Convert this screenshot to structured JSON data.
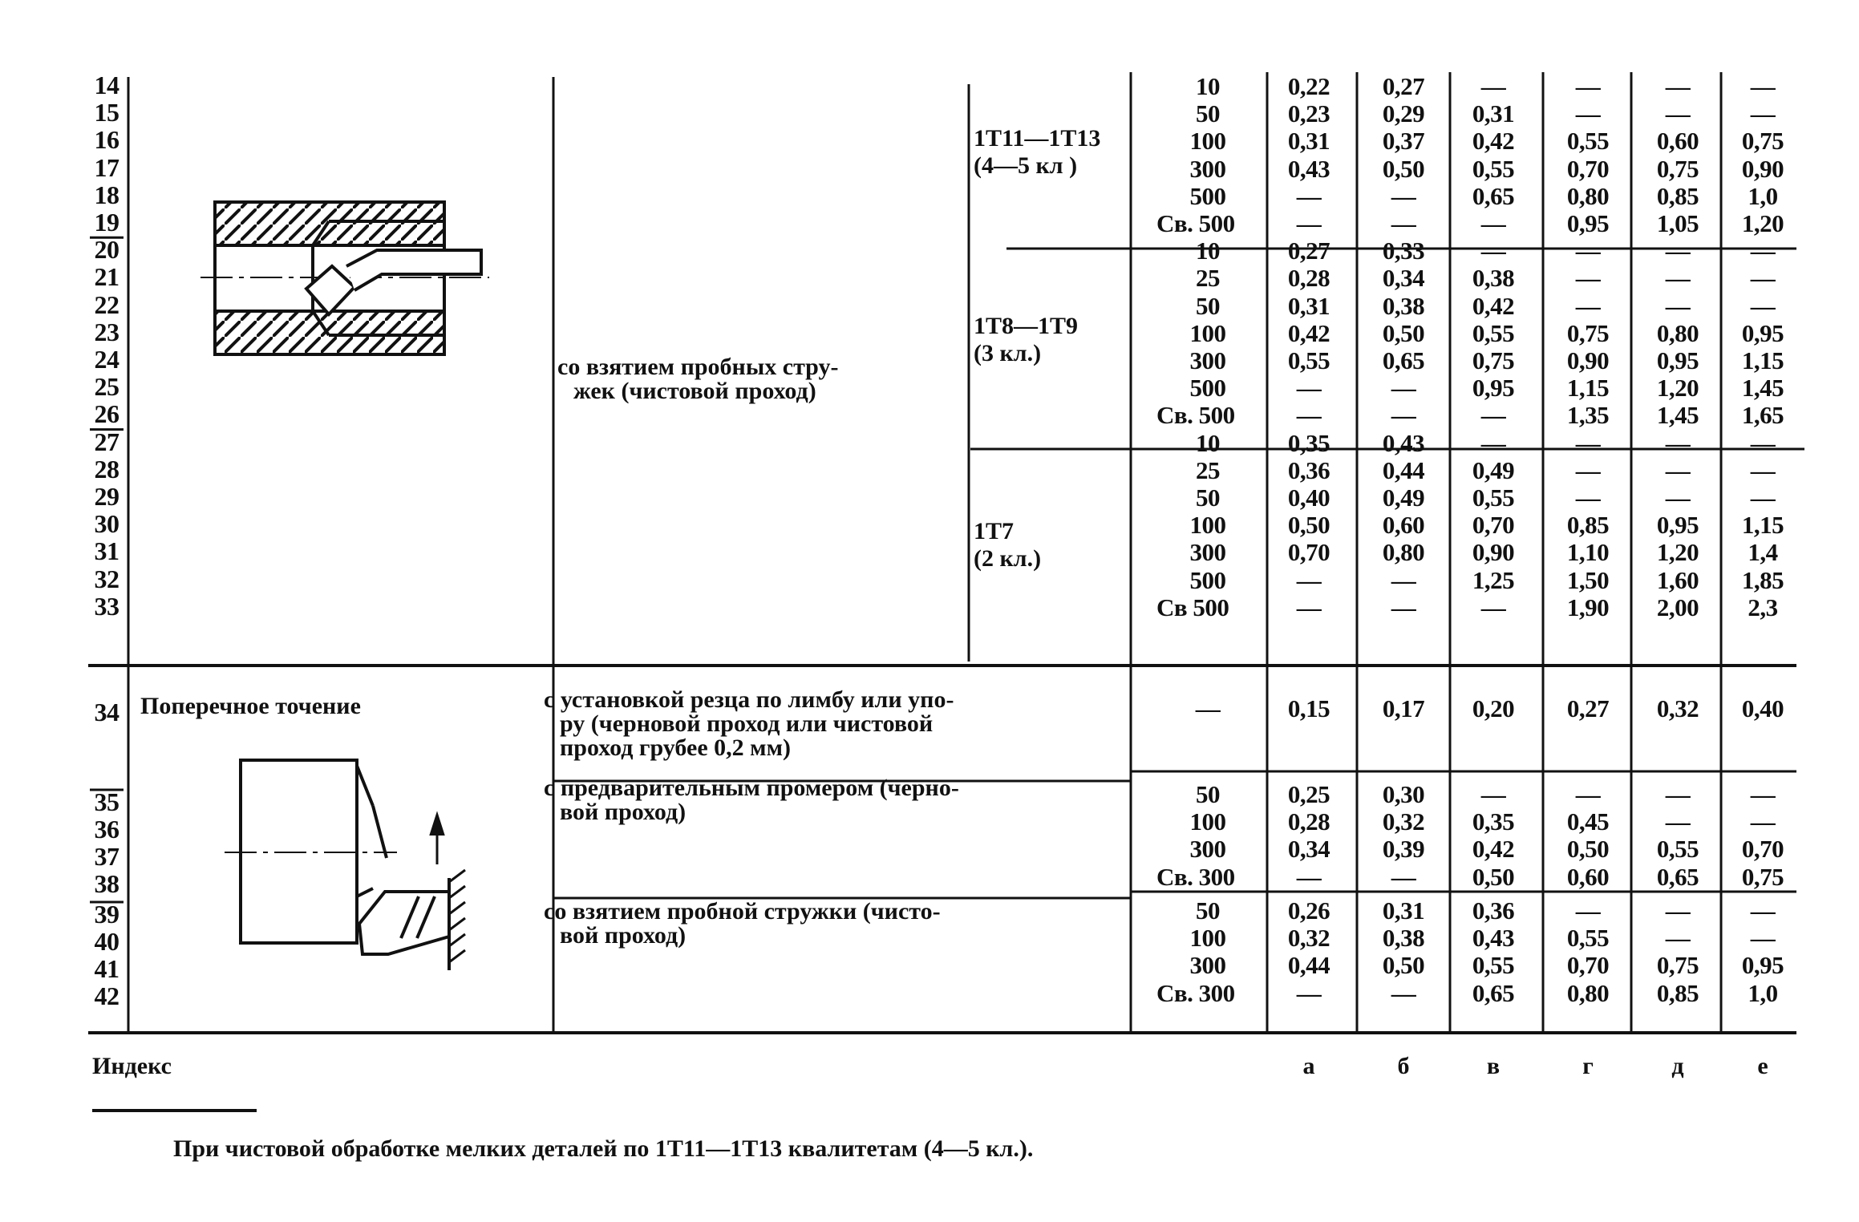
{
  "upper_section": {
    "row_numbers": [
      "14",
      "15",
      "16",
      "17",
      "18",
      "19",
      "20",
      "21",
      "22",
      "23",
      "24",
      "25",
      "26",
      "27",
      "28",
      "29",
      "30",
      "31",
      "32",
      "33"
    ],
    "method_lines": [
      "со взятием пробных стру-",
      "жек (чистовой проход)"
    ],
    "groups": [
      {
        "grade_lines": [
          "1Т11—1Т13",
          "(4—5 кл )"
        ],
        "rows": [
          [
            "10",
            "0,22",
            "0,27",
            "—",
            "—",
            "—",
            "—"
          ],
          [
            "50",
            "0,23",
            "0,29",
            "0,31",
            "—",
            "—",
            "—"
          ],
          [
            "100",
            "0,31",
            "0,37",
            "0,42",
            "0,55",
            "0,60",
            "0,75"
          ],
          [
            "300",
            "0,43",
            "0,50",
            "0,55",
            "0,70",
            "0,75",
            "0,90"
          ],
          [
            "500",
            "—",
            "—",
            "0,65",
            "0,80",
            "0,85",
            "1,0"
          ],
          [
            "Св. 500",
            "—",
            "—",
            "—",
            "0,95",
            "1,05",
            "1,20"
          ]
        ]
      },
      {
        "grade_lines": [
          "1Т8—1Т9",
          "(3 кл.)"
        ],
        "rows": [
          [
            "10",
            "0,27",
            "0,33",
            "—",
            "—",
            "—",
            "—"
          ],
          [
            "25",
            "0,28",
            "0,34",
            "0,38",
            "—",
            "—",
            "—"
          ],
          [
            "50",
            "0,31",
            "0,38",
            "0,42",
            "—",
            "—",
            "—"
          ],
          [
            "100",
            "0,42",
            "0,50",
            "0,55",
            "0,75",
            "0,80",
            "0,95"
          ],
          [
            "300",
            "0,55",
            "0,65",
            "0,75",
            "0,90",
            "0,95",
            "1,15"
          ],
          [
            "500",
            "—",
            "—",
            "0,95",
            "1,15",
            "1,20",
            "1,45"
          ],
          [
            "Св. 500",
            "—",
            "—",
            "—",
            "1,35",
            "1,45",
            "1,65"
          ]
        ]
      },
      {
        "grade_lines": [
          "1Т7",
          "(2 кл.)"
        ],
        "rows": [
          [
            "10",
            "0,35",
            "0,43",
            "—",
            "—",
            "—",
            "—"
          ],
          [
            "25",
            "0,36",
            "0,44",
            "0,49",
            "—",
            "—",
            "—"
          ],
          [
            "50",
            "0,40",
            "0,49",
            "0,55",
            "—",
            "—",
            "—"
          ],
          [
            "100",
            "0,50",
            "0,60",
            "0,70",
            "0,85",
            "0,95",
            "1,15"
          ],
          [
            "300",
            "0,70",
            "0,80",
            "0,90",
            "1,10",
            "1,20",
            "1,4"
          ],
          [
            "500",
            "—",
            "—",
            "1,25",
            "1,50",
            "1,60",
            "1,85"
          ],
          [
            "Св 500",
            "—",
            "—",
            "—",
            "1,90",
            "2,00",
            "2,3"
          ]
        ]
      }
    ]
  },
  "lower_section": {
    "operation": "Поперечное точение",
    "row_numbers": [
      "34",
      "35",
      "36",
      "37",
      "38",
      "39",
      "40",
      "41",
      "42"
    ],
    "methods": [
      {
        "lines": [
          "с установкой резца по лимбу или упо-",
          "ру (черновой проход или чистовой",
          "проход грубее 0,2 мм)"
        ],
        "rows": [
          [
            "—",
            "0,15",
            "0,17",
            "0,20",
            "0,27",
            "0,32",
            "0,40"
          ]
        ]
      },
      {
        "lines": [
          "с предварительным промером (черно-",
          "вой проход)"
        ],
        "rows": [
          [
            "50",
            "0,25",
            "0,30",
            "—",
            "—",
            "—",
            "—"
          ],
          [
            "100",
            "0,28",
            "0,32",
            "0,35",
            "0,45",
            "—",
            "—"
          ],
          [
            "300",
            "0,34",
            "0,39",
            "0,42",
            "0,50",
            "0,55",
            "0,70"
          ],
          [
            "Св. 300",
            "—",
            "—",
            "0,50",
            "0,60",
            "0,65",
            "0,75"
          ]
        ]
      },
      {
        "lines": [
          "со взятием пробной стружки (чисто-",
          "вой проход)"
        ],
        "rows": [
          [
            "50",
            "0,26",
            "0,31",
            "0,36",
            "—",
            "—",
            "—"
          ],
          [
            "100",
            "0,32",
            "0,38",
            "0,43",
            "0,55",
            "—",
            "—"
          ],
          [
            "300",
            "0,44",
            "0,50",
            "0,55",
            "0,70",
            "0,75",
            "0,95"
          ],
          [
            "Св. 300",
            "—",
            "—",
            "0,65",
            "0,80",
            "0,85",
            "1,0"
          ]
        ]
      }
    ]
  },
  "index_row": {
    "label": "Индекс",
    "letters": [
      "а",
      "б",
      "в",
      "г",
      "д",
      "е"
    ]
  },
  "footnote": "При чистовой обработке мелких деталей по 1Т11—1Т13 квалитетам (4—5 кл.)."
}
